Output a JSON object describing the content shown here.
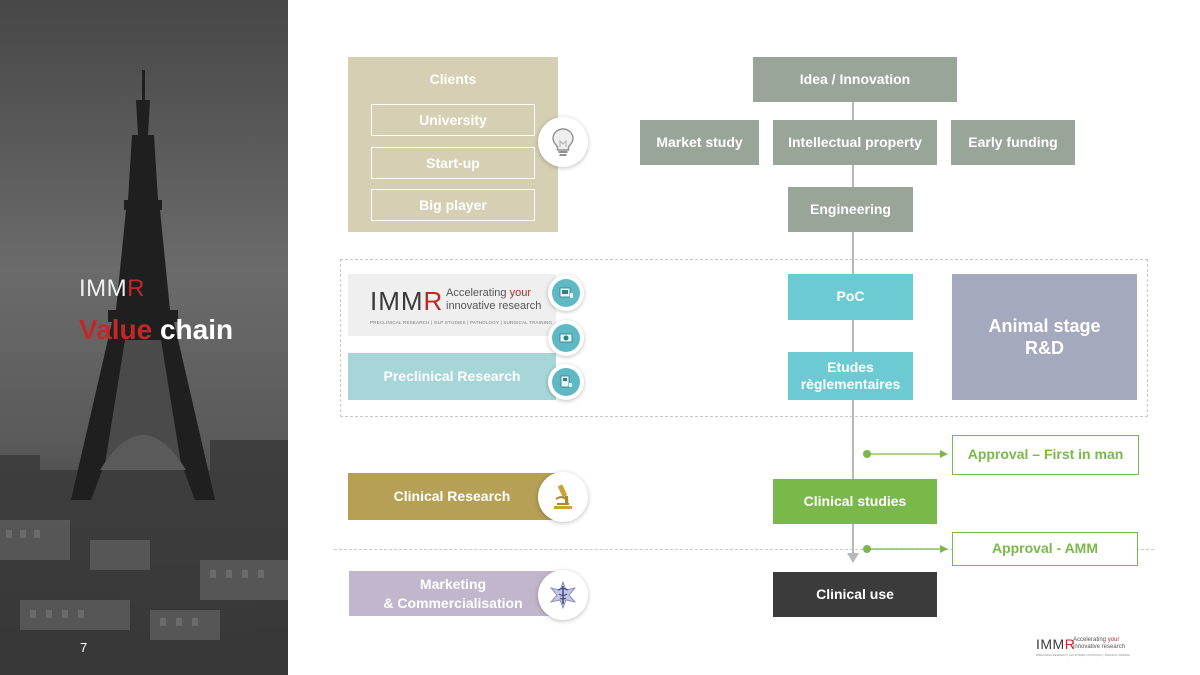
{
  "brand": {
    "title_a": "IMM",
    "title_b": "R",
    "sub_a": "Value",
    "sub_b": " chain",
    "page_number": "7"
  },
  "clients": {
    "title": "Clients",
    "items": [
      "University",
      "Start-up",
      "Big player"
    ]
  },
  "logo": {
    "word_a": "IMM",
    "word_b": "R",
    "tag_line1_a": "Accelerating ",
    "tag_line1_b": "your",
    "tag_line2": "innovative research",
    "footer": "PRECLINICAL RESEARCH  |  GLP STUDIES  |  PATHOLOGY  |  SURGICAL TRAINING"
  },
  "left_bars": {
    "preclinical": "Preclinical Research",
    "clinical": "Clinical Research",
    "marketing": "Marketing\n& Commercialisation"
  },
  "flow": {
    "idea": "Idea / Innovation",
    "market": "Market study",
    "ip": "Intellectual property",
    "funding": "Early funding",
    "engineering": "Engineering",
    "poc": "PoC",
    "etudes_l1": "Etudes",
    "etudes_l2": "règlementaires",
    "animal_l1": "Animal stage",
    "animal_l2": "R&D",
    "approval_first": "Approval – First in man",
    "clinical_studies": "Clinical studies",
    "approval_amm": "Approval - AMM",
    "clinical_use": "Clinical use"
  },
  "colors": {
    "gray": "#9aa59a",
    "teal": "#6ccbd2",
    "green": "#7ab84a",
    "dark": "#3b3b3b",
    "lavender": "#a4a9bd",
    "beige": "#d5d0b3",
    "gold": "#b5a055",
    "mauve": "#c2b6cc",
    "red": "#c0292b"
  },
  "icons": [
    "lightbulb-icon",
    "lab-equipment-icon",
    "microscope-icon",
    "caduceus-icon"
  ]
}
